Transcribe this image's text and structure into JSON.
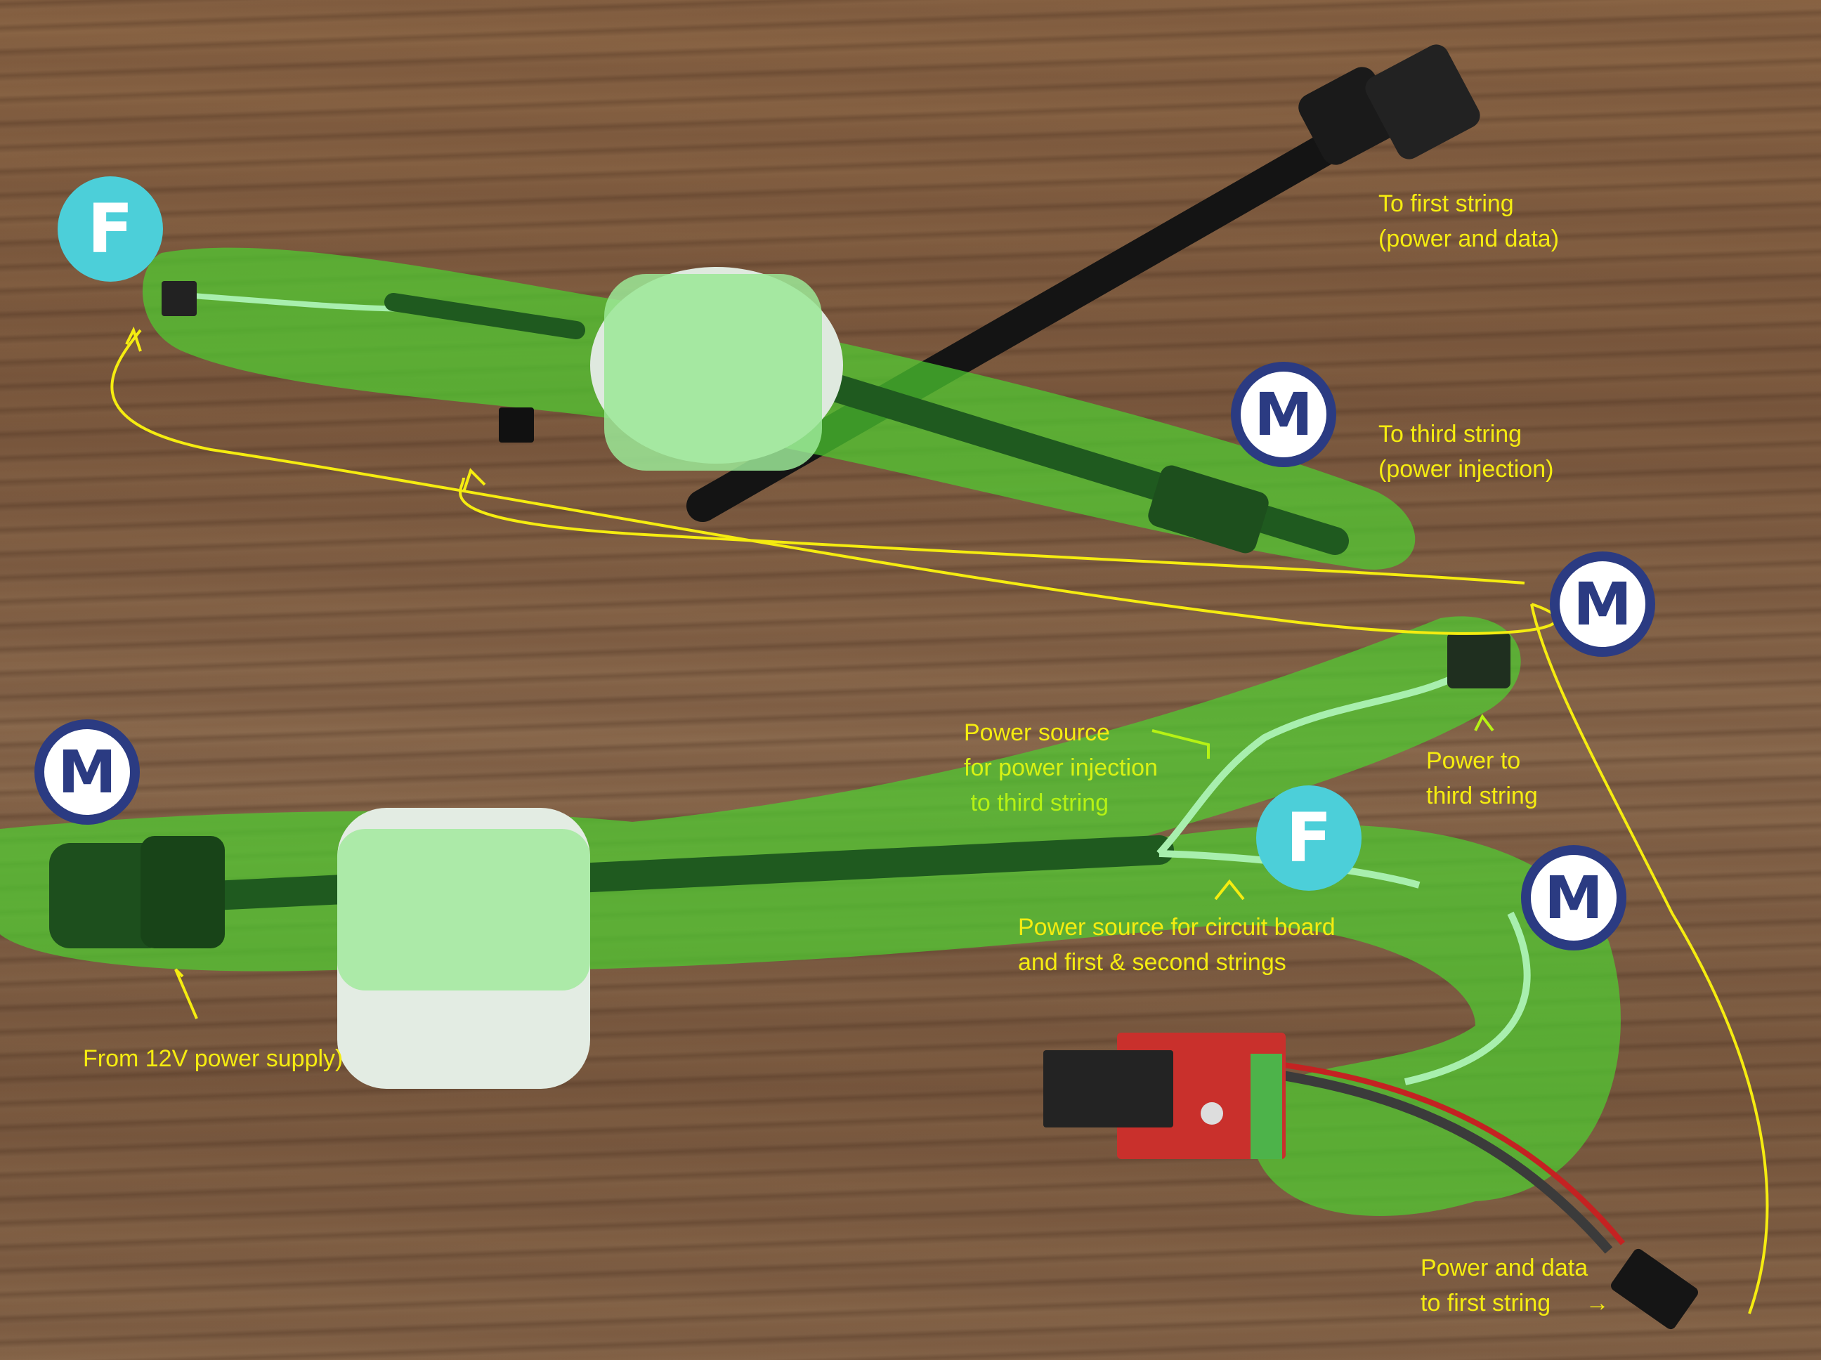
{
  "image": {
    "description": "Annotated photo of LED string wiring harness on wood table",
    "colors": {
      "label_yellow": "#f5ec10",
      "label_green": "#b6f214",
      "highlight_green": "#5fd33a",
      "badge_f_bg": "#4ccfd9",
      "badge_m_ring": "#2b3b82",
      "trace_yellow": "#f5ec10"
    }
  },
  "badges": [
    {
      "id": "f1",
      "type": "F",
      "text": "F"
    },
    {
      "id": "m1",
      "type": "M",
      "text": "M"
    },
    {
      "id": "m2",
      "type": "M",
      "text": "M"
    },
    {
      "id": "m3",
      "type": "M",
      "text": "M"
    },
    {
      "id": "f2",
      "type": "F",
      "text": "F"
    },
    {
      "id": "m4",
      "type": "M",
      "text": "M"
    }
  ],
  "labels": {
    "to_first_string": {
      "line1": "To first string",
      "line2": "(power and data)"
    },
    "to_third_string": {
      "line1": "To third string",
      "line2": "(power injection)"
    },
    "power_source_injection": {
      "line1": "Power source",
      "line2": "for power injection",
      "line3": " to third string"
    },
    "power_to_third": {
      "line1": "Power to",
      "line2": "third string"
    },
    "power_source_board": {
      "line1": "Power source for circuit board",
      "line2": "and first & second strings"
    },
    "from_12v": {
      "line1": "From 12V power supply)"
    },
    "power_data_first": {
      "line1": "Power and data",
      "line2": "to first string",
      "arrow": "→"
    }
  }
}
